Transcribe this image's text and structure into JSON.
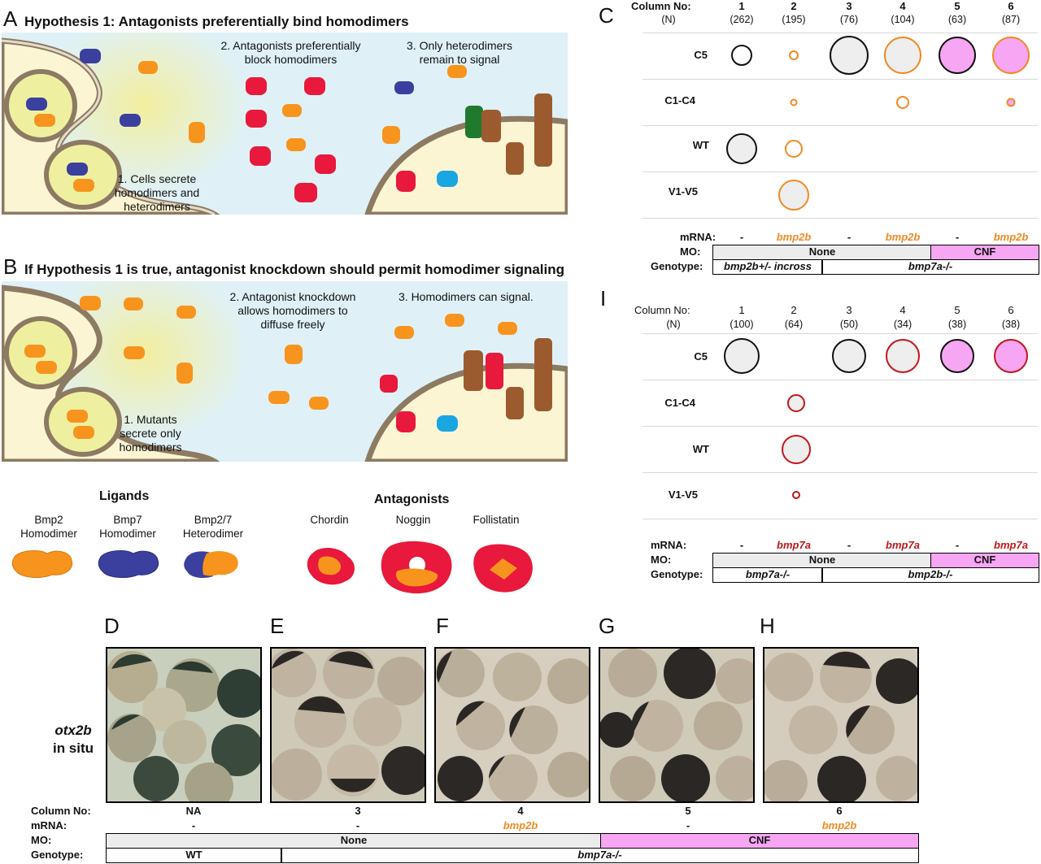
{
  "panels": {
    "A": "A",
    "B": "B",
    "C": "C",
    "I": "I",
    "D": "D",
    "E": "E",
    "F": "F",
    "G": "G",
    "H": "H"
  },
  "panelA": {
    "title": "Hypothesis 1: Antagonists preferentially bind homodimers",
    "step1": [
      "1. Cells secrete",
      "homodimers and",
      "heterodimers"
    ],
    "step2": [
      "2. Antagonists preferentially",
      "block homodimers"
    ],
    "step3": [
      "3. Only heterodimers",
      "remain to signal"
    ]
  },
  "panelB": {
    "title": "If Hypothesis 1 is true, antagonist knockdown should permit homodimer signaling",
    "step1": [
      "1. Mutants",
      "secrete only",
      "homodimers"
    ],
    "step2": [
      "2. Antagonist knockdown",
      "allows homodimers to",
      "diffuse freely"
    ],
    "step3": [
      "3. Homodimers can signal."
    ]
  },
  "legend": {
    "ligands_title": "Ligands",
    "antagonists_title": "Antagonists",
    "ligands": [
      [
        "Bmp2",
        "Homodimer"
      ],
      [
        "Bmp7",
        "Homodimer"
      ],
      [
        "Bmp2/7",
        "Heterodimer"
      ]
    ],
    "antagonists": [
      "Chordin",
      "Noggin",
      "Follistatin"
    ]
  },
  "colors": {
    "bmp2": "#f7941d",
    "bmp7": "#3b3f9e",
    "antagonist": "#e8193c",
    "cnf": "#f6a6f2",
    "none": "#ececec",
    "bmp2b_text": "#f08a24",
    "bmp7a_text": "#c0161b",
    "bg_blue": "#dff1f7",
    "cell": "#fcf5d4",
    "receptor": "#9c5b2e",
    "smad": "#1aa6e0",
    "green": "#1f7a2e"
  },
  "panelC": {
    "col_header": "Column No:",
    "n_header": "(N)",
    "columns": [
      "1",
      "2",
      "3",
      "4",
      "5",
      "6"
    ],
    "n": [
      "(262)",
      "(195)",
      "(76)",
      "(104)",
      "(63)",
      "(87)"
    ],
    "rows": [
      "C5",
      "C1-C4",
      "WT",
      "V1-V5"
    ],
    "mrna_label": "mRNA:",
    "mo_label": "MO:",
    "genotype_label": "Genotype:",
    "mrna": [
      "-",
      "bmp2b",
      "-",
      "bmp2b",
      "-",
      "bmp2b"
    ],
    "mo": [
      "None",
      "CNF"
    ],
    "genotype": [
      "bmp2b+/- incross",
      "bmp7a-/-"
    ]
  },
  "panelI": {
    "col_header": "Column No:",
    "n_header": "(N)",
    "columns": [
      "1",
      "2",
      "3",
      "4",
      "5",
      "6"
    ],
    "n": [
      "(100)",
      "(64)",
      "(50)",
      "(34)",
      "(38)",
      "(38)"
    ],
    "rows": [
      "C5",
      "C1-C4",
      "WT",
      "V1-V5"
    ],
    "mrna_label": "mRNA:",
    "mo_label": "MO:",
    "genotype_label": "Genotype:",
    "mrna": [
      "-",
      "bmp7a",
      "-",
      "bmp7a",
      "-",
      "bmp7a"
    ],
    "mo": [
      "None",
      "CNF"
    ],
    "genotype": [
      "bmp7a-/-",
      "bmp2b-/-"
    ]
  },
  "insitu": {
    "label1": "otx2b",
    "label2": "in situ",
    "col_label": "Column No:",
    "mrna_label": "mRNA:",
    "mo_label": "MO:",
    "genotype_label": "Genotype:",
    "columns": [
      "NA",
      "3",
      "4",
      "5",
      "6"
    ],
    "mrna": [
      "-",
      "-",
      "bmp2b",
      "-",
      "bmp2b"
    ],
    "mo": [
      "None",
      "CNF"
    ],
    "genotype": [
      "WT",
      "bmp7a-/-"
    ]
  }
}
